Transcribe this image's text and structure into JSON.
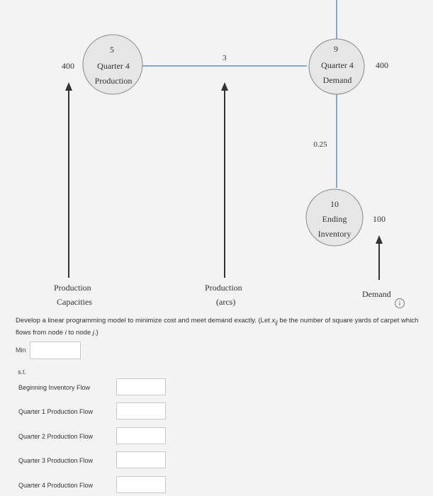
{
  "nodes": {
    "production_q4": {
      "id": "5",
      "line1": "Quarter 4",
      "line2": "Production",
      "capacity": "400"
    },
    "demand_q4": {
      "id": "9",
      "line1": "Quarter 4",
      "line2": "Demand",
      "demand": "400"
    },
    "ending_inventory": {
      "id": "10",
      "line1": "Ending",
      "line2": "Inventory",
      "demand": "100"
    }
  },
  "arcs": {
    "production_cost": "3",
    "inventory_cost": "0.25"
  },
  "legend": {
    "production_capacities_1": "Production",
    "production_capacities_2": "Capacities",
    "production_arcs_1": "Production",
    "production_arcs_2": "(arcs)",
    "demand": "Demand"
  },
  "info_icon": "i",
  "problem": {
    "text_before_var": "Develop a linear programming model to minimize cost and meet demand exactly. (Let ",
    "var_x": "x",
    "var_sub": "ij",
    "text_mid": " be the number of square yards of carpet which flows from node ",
    "var_i": "i",
    "text_to": " to node ",
    "var_j": "j",
    "text_end": ".)"
  },
  "objective": {
    "label": "Min",
    "value": ""
  },
  "constraints_header": "s.t.",
  "constraints": [
    {
      "label": "Beginning Inventory Flow",
      "value": ""
    },
    {
      "label": "Quarter 1 Production Flow",
      "value": ""
    },
    {
      "label": "Quarter 2 Production Flow",
      "value": ""
    },
    {
      "label": "Quarter 3 Production Flow",
      "value": ""
    },
    {
      "label": "Quarter 4 Production Flow",
      "value": ""
    }
  ]
}
